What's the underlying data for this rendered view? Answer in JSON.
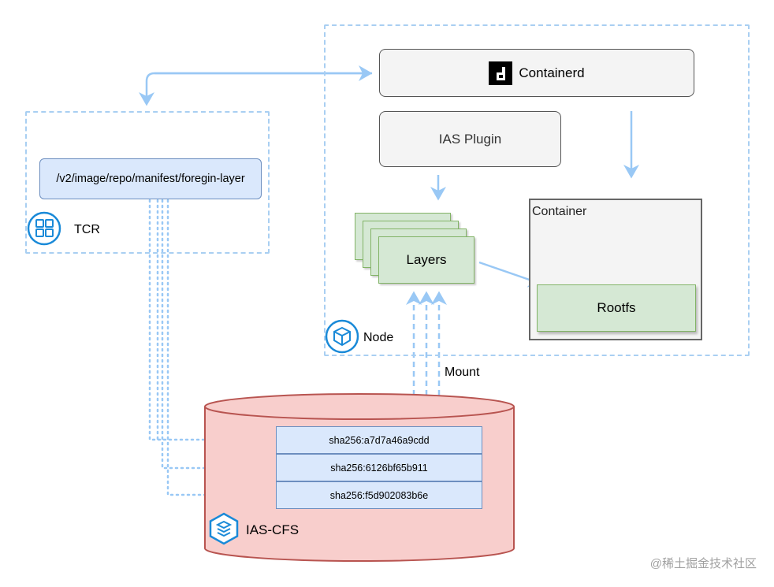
{
  "nodes": {
    "containerd": "Containerd",
    "ias_plugin": "IAS Plugin",
    "manifest_path": "/v2/image/repo/manifest/foregin-layer",
    "container": "Container",
    "rootfs": "Rootfs",
    "layers": "Layers"
  },
  "groups": {
    "tcr": "TCR",
    "node": "Node",
    "ias_cfs": "IAS-CFS"
  },
  "edge_labels": {
    "mount": "Mount"
  },
  "hashes": [
    "sha256:a7d7a46a9cdd",
    "sha256:6126bf65b911",
    "sha256:f5d902083b6e"
  ],
  "icons": {
    "tcr": "grid-apps-icon",
    "node": "cube-icon",
    "ias_cfs": "layers-stack-icon",
    "containerd": "containerd-logo-icon"
  },
  "colors": {
    "arrow": "#99c8f5",
    "group_border": "#a9cff2",
    "green_fill": "#d5e8d4",
    "blue_fill": "#dae8fc",
    "cylinder_fill": "#f8cecc",
    "cylinder_stroke": "#b85450"
  },
  "watermark": "@稀土掘金技术社区"
}
